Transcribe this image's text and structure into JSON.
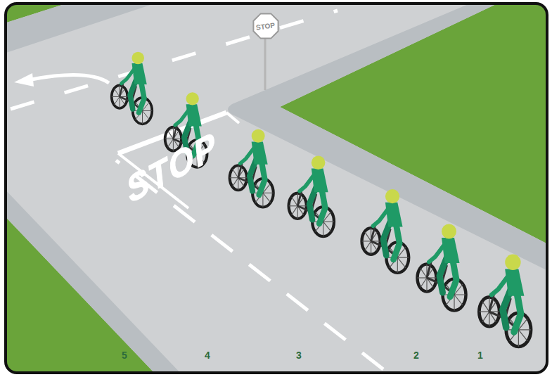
{
  "diagram": {
    "nodes": [
      {
        "text": [
          "STOP"
        ]
      }
    ],
    "labels": [
      "STOP",
      "5",
      "4",
      "3",
      "2",
      "1"
    ]
  }
}
